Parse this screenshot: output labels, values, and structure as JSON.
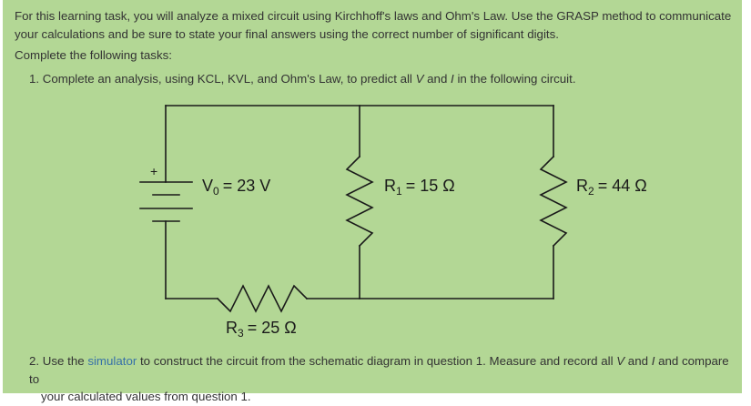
{
  "intro": {
    "text": "For this learning task, you will analyze a mixed circuit using Kirchhoff's laws and Ohm's Law. Use the GRASP method to communicate your calculations and be sure to state your final answers using the correct number of significant digits."
  },
  "lead": "Complete the following tasks:",
  "tasks": [
    {
      "number": "1.",
      "text_before": "Complete an analysis, using KCL, KVL, and Ohm's Law, to predict all ",
      "var_v": "V",
      "text_and": " and ",
      "var_i": "I",
      "text_after": " in the following circuit."
    },
    {
      "number": "2.",
      "text_before": "Use the ",
      "link": "simulator",
      "text_mid": " to construct the circuit from the schematic diagram in question 1. Measure and record all ",
      "var_v": "V",
      "text_and": " and ",
      "var_i": "I",
      "text_after": " and compare to",
      "text_cont": "your calculated values from question 1."
    }
  ],
  "circuit": {
    "source": {
      "symbol": "V",
      "subscript": "0",
      "value": "= 23 V",
      "polarity": "+"
    },
    "r1": {
      "symbol": "R",
      "subscript": "1",
      "value": "= 15 Ω"
    },
    "r2": {
      "symbol": "R",
      "subscript": "2",
      "value": "= 44 Ω"
    },
    "r3": {
      "symbol": "R",
      "subscript": "3",
      "value": "= 25 Ω"
    }
  },
  "colors": {
    "panel_bg": "#b3d795",
    "text": "#333333",
    "link": "#3872a8",
    "wire": "#1a1a1a"
  }
}
